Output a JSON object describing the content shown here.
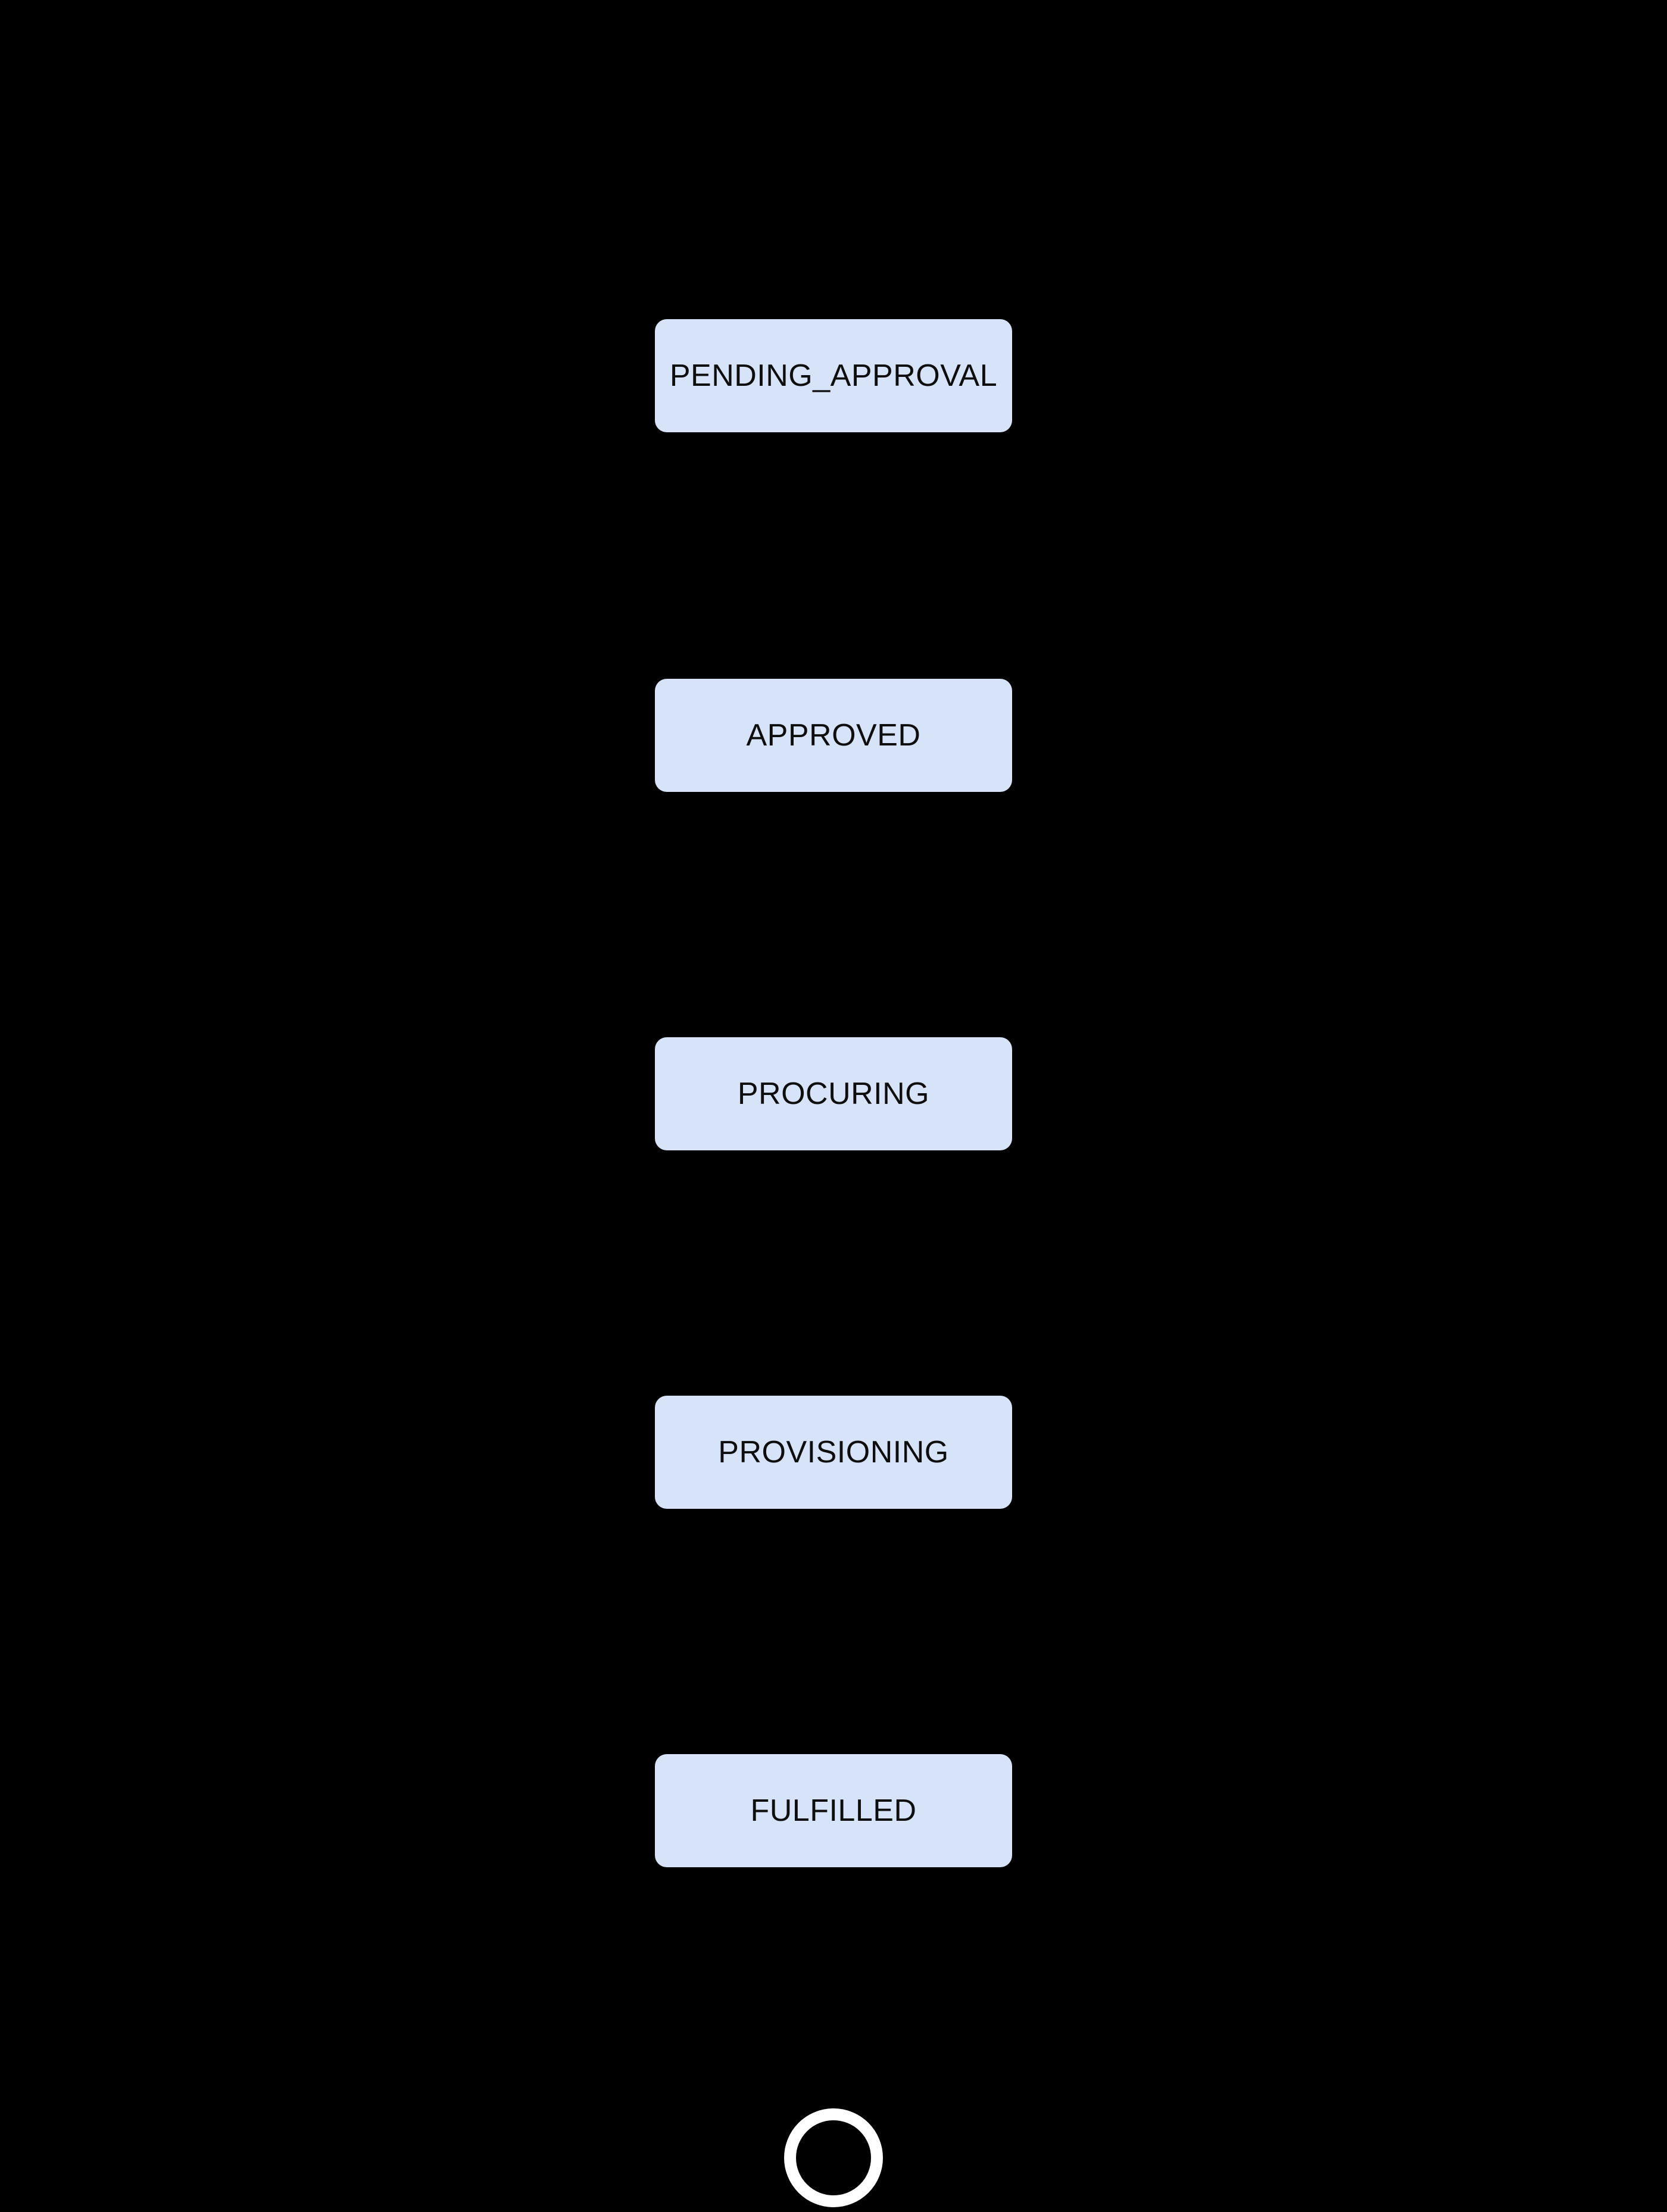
{
  "diagram": {
    "type": "state-flow",
    "orientation": "vertical",
    "nodes": [
      {
        "id": "pending_approval",
        "label": "PENDING_APPROVAL"
      },
      {
        "id": "approved",
        "label": "APPROVED"
      },
      {
        "id": "procuring",
        "label": "PROCURING"
      },
      {
        "id": "provisioning",
        "label": "PROVISIONING"
      },
      {
        "id": "fulfilled",
        "label": "FULFILLED"
      }
    ],
    "terminal": {
      "shape": "final-state-ring"
    }
  },
  "colors": {
    "background": "#000000",
    "node_fill": "#d7e3f8",
    "node_text": "#0e0e0e",
    "end_ring": "#ffffff"
  }
}
